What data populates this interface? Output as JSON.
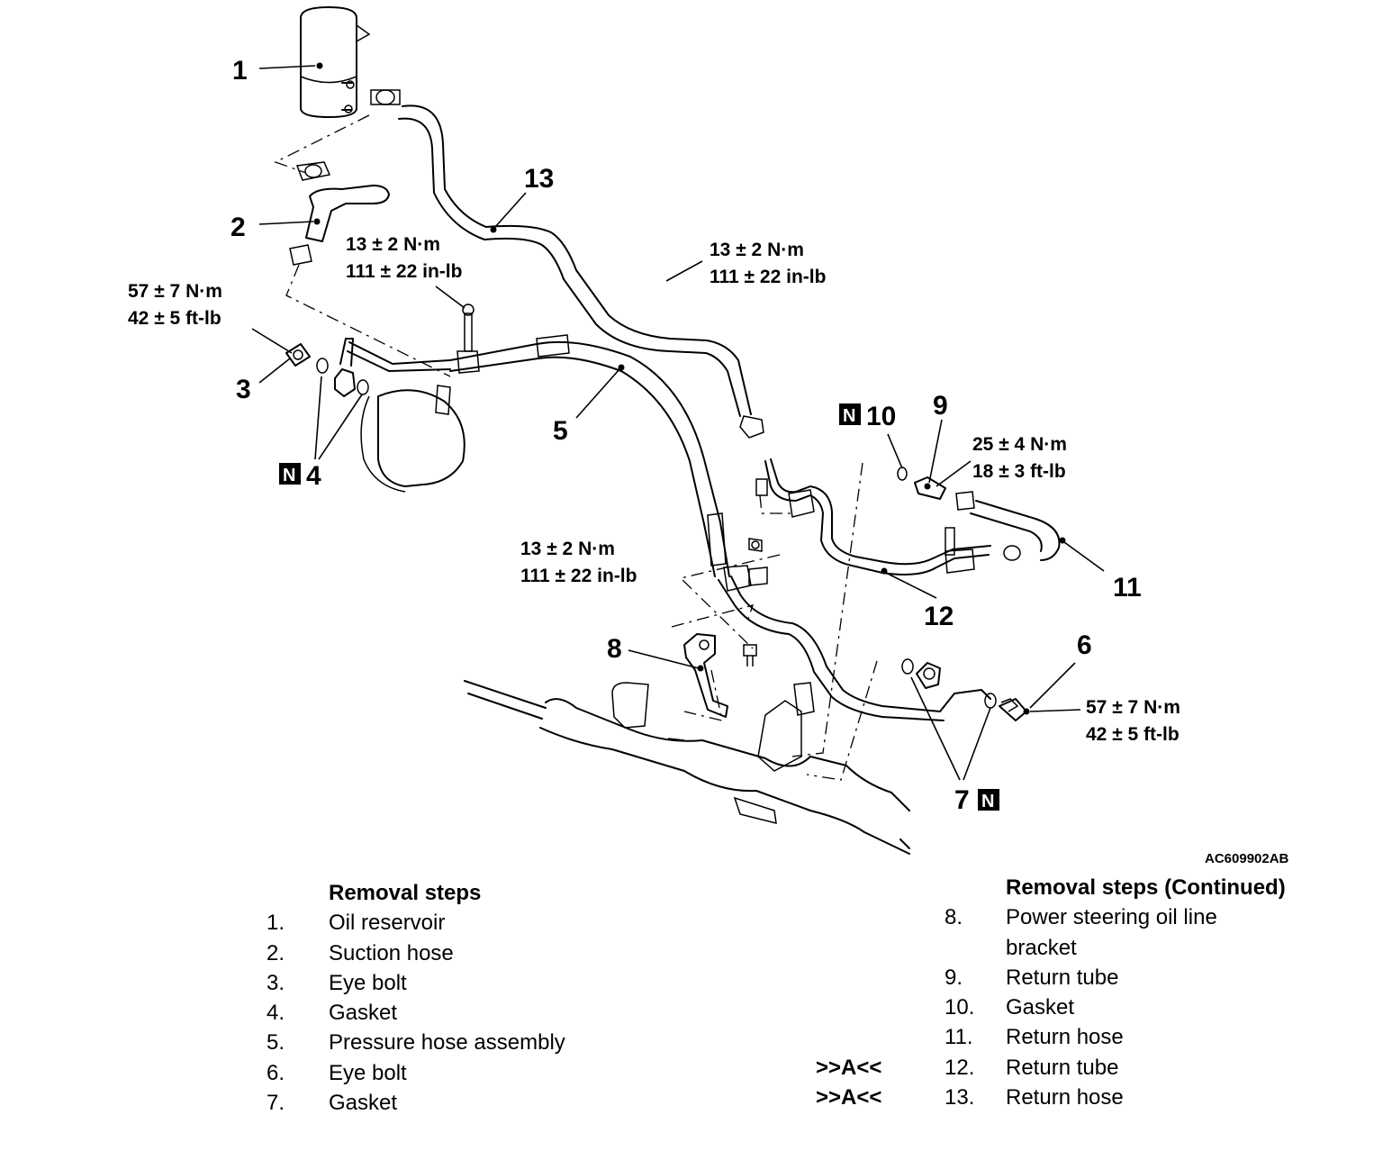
{
  "diagram": {
    "callouts": {
      "c1": "1",
      "c2": "2",
      "c3": "3",
      "c4": "4",
      "c5": "5",
      "c6": "6",
      "c7": "7",
      "c8": "8",
      "c9": "9",
      "c10": "10",
      "c11": "11",
      "c12": "12",
      "c13": "13"
    },
    "n_mark": "N",
    "torque": {
      "t_13_line1": "13 ± 2 N·m",
      "t_13_line2": "111 ± 22 in-lb",
      "t_13b_line1": "13 ± 2 N·m",
      "t_13b_line2": "111 ± 22 in-lb",
      "t_13c_line1": "13 ± 2 N·m",
      "t_13c_line2": "111 ± 22 in-lb",
      "t_57_line1": "57 ± 7 N·m",
      "t_57_line2": "42 ± 5 ft-lb",
      "t_25_line1": "25 ± 4 N·m",
      "t_25_line2": "18 ± 3 ft-lb",
      "t_57b_line1": "57 ± 7 N·m",
      "t_57b_line2": "42 ± 5 ft-lb"
    },
    "figure_code": "AC609902AB"
  },
  "removal_steps": {
    "left": {
      "heading": "Removal steps",
      "items": [
        {
          "num": "1.",
          "label": "Oil reservoir"
        },
        {
          "num": "2.",
          "label": "Suction hose"
        },
        {
          "num": "3.",
          "label": "Eye bolt"
        },
        {
          "num": "4.",
          "label": "Gasket"
        },
        {
          "num": "5.",
          "label": "Pressure hose assembly"
        },
        {
          "num": "6.",
          "label": "Eye bolt"
        },
        {
          "num": "7.",
          "label": "Gasket"
        }
      ]
    },
    "right": {
      "heading": "Removal steps (Continued)",
      "items": [
        {
          "mark": "",
          "num": "8.",
          "label": "Power steering oil line"
        },
        {
          "mark": "",
          "num": "",
          "label": "bracket"
        },
        {
          "mark": "",
          "num": "9.",
          "label": "Return tube"
        },
        {
          "mark": "",
          "num": "10.",
          "label": "Gasket"
        },
        {
          "mark": "",
          "num": "11.",
          "label": "Return hose"
        },
        {
          "mark": ">>A<<",
          "num": "12.",
          "label": "Return tube"
        },
        {
          "mark": ">>A<<",
          "num": "13.",
          "label": "Return hose"
        }
      ]
    }
  }
}
